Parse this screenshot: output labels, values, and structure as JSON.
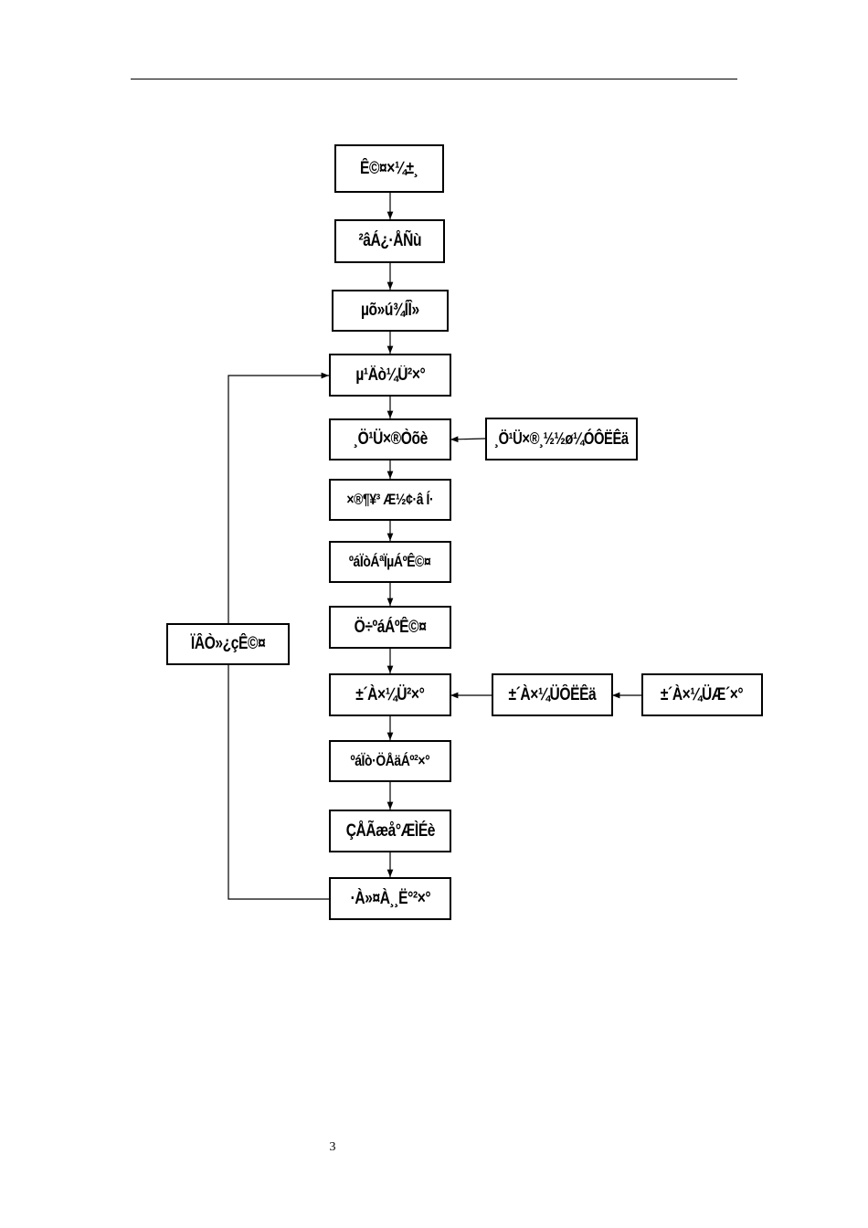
{
  "flowchart": {
    "main_steps": [
      "Ê©¤×¼±¸",
      "²âÁ¿·ÅÑù",
      "µõ»ú¾ÍÎ»",
      "µ¹Äò¼Ü²×°",
      "¸Ö¹Ü×®Òõè",
      "×®¶¥³ Æ½¢·â Í·",
      "ºáÏòÁªÏµÁºÊ©¤",
      "Ö÷ºáÁºÊ©¤",
      "±´À×¼Ü²×°",
      "ºáÏò·ÖÅäÁº²×°",
      "ÇÅÃæå°ÆÌÉè",
      "·À»¤À¸¸Ë°²×°"
    ],
    "side_inputs": {
      "pile_fabrication": "¸Ö¹Ü×®¸½½ø¼ÓÔËÊä",
      "bailey_transport": "±´À×¼ÜÔËÊä",
      "bailey_assembly": "±´À×¼ÜÆ´×°"
    },
    "loop_step": "ÏÂÒ»¿çÊ©¤"
  },
  "page_number": "3"
}
